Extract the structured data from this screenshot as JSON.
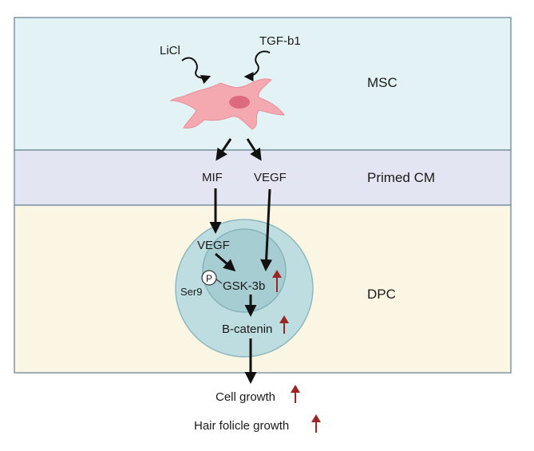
{
  "colors": {
    "msc_band": "#e3f2f4",
    "cm_band": "#e3e5f2",
    "dpc_band": "#fbf6e3",
    "band_border": "#7e97a4",
    "cell_body": "#f4a9b0",
    "cell_nucleus": "#dd6a7e",
    "dpc_outer": "#bedde0",
    "dpc_inner": "#a6cdd2",
    "arrow": "#111111",
    "up_arrow": "#9c2626"
  },
  "layers": {
    "msc": "MSC",
    "primed_cm": "Primed CM",
    "dpc": "DPC"
  },
  "inputs": {
    "licl": "LiCl",
    "tgf": "TGF-b1"
  },
  "factors": {
    "mif": "MIF",
    "vegf": "VEGF"
  },
  "pathway": {
    "vegf_inner": "VEGF",
    "phospho": "P",
    "ser9": "Ser9",
    "gsk": "GSK-3b",
    "bcatenin": "B-catenin"
  },
  "outcomes": {
    "cell_growth": "Cell growth",
    "hair_growth": "Hair folicle growth"
  }
}
